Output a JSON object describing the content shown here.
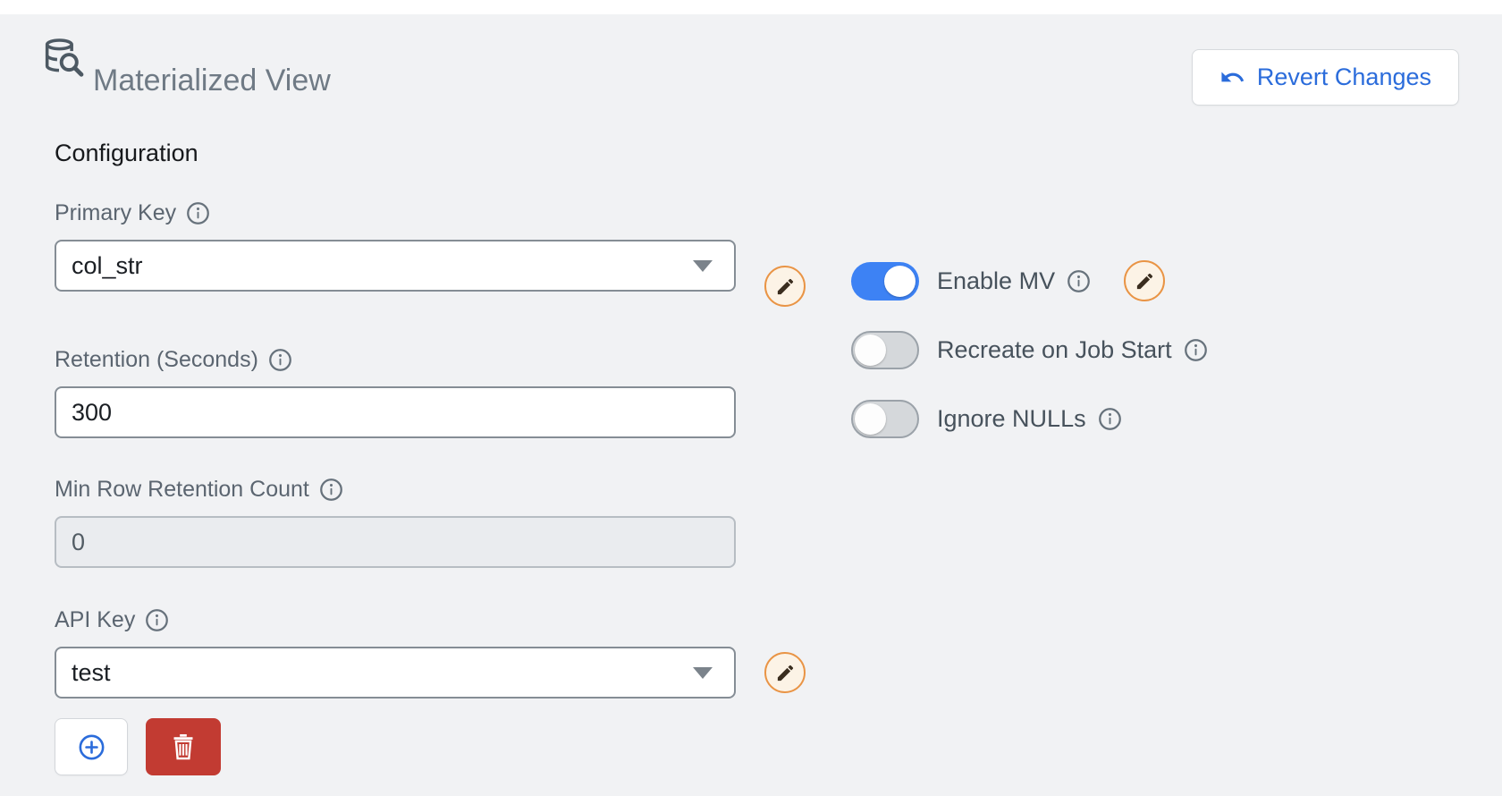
{
  "header": {
    "title": "Materialized View",
    "revert_label": "Revert Changes"
  },
  "section_title": "Configuration",
  "fields": {
    "primary_key": {
      "label": "Primary Key",
      "value": "col_str",
      "type": "select"
    },
    "retention": {
      "label": "Retention (Seconds)",
      "value": "300",
      "type": "text"
    },
    "min_row": {
      "label": "Min Row Retention Count",
      "value": "0",
      "type": "text",
      "disabled": true
    },
    "api_key": {
      "label": "API Key",
      "value": "test",
      "type": "select"
    }
  },
  "toggles": {
    "enable_mv": {
      "label": "Enable MV",
      "state": "on"
    },
    "recreate": {
      "label": "Recreate on Job Start",
      "state": "off"
    },
    "ignore_nulls": {
      "label": "Ignore NULLs",
      "state": "off"
    }
  },
  "icons": {
    "header": "database-search-icon",
    "revert": "undo-icon",
    "labels": "info-icon",
    "edit": "pencil-icon",
    "add": "circle-plus-icon",
    "delete": "trash-icon",
    "dropdown": "caret-down-icon"
  },
  "colors": {
    "background": "#f1f2f4",
    "accent_blue": "#2b6cdb",
    "toggle_on_blue": "#3d82f4",
    "pencil_ring_orange": "#e99445",
    "pencil_fill": "#fcf3e6",
    "danger_red": "#c23b32",
    "field_border": "#858d95",
    "title_gray": "#6f7a85"
  }
}
